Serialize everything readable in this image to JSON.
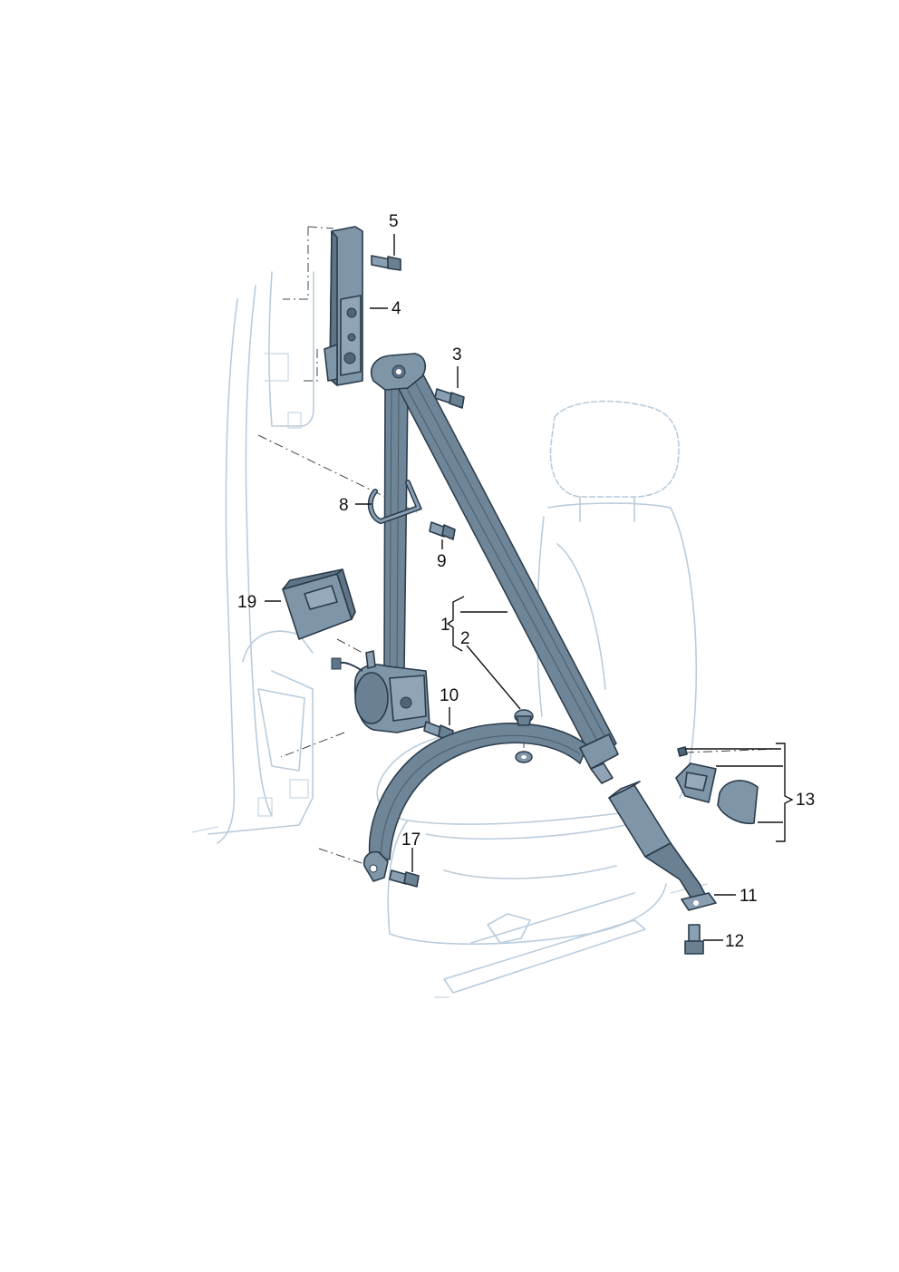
{
  "callouts": {
    "c1": "1",
    "c2": "2",
    "c3": "3",
    "c4": "4",
    "c5": "5",
    "c8": "8",
    "c9": "9",
    "c10": "10",
    "c11": "11",
    "c12": "12",
    "c13": "13",
    "c17": "17",
    "c19": "19"
  },
  "colors": {
    "part_fill": "#7f95a8",
    "part_dark": "#4f6477",
    "ghost_outline": "#b9ccdc",
    "callout_text": "#111111"
  }
}
